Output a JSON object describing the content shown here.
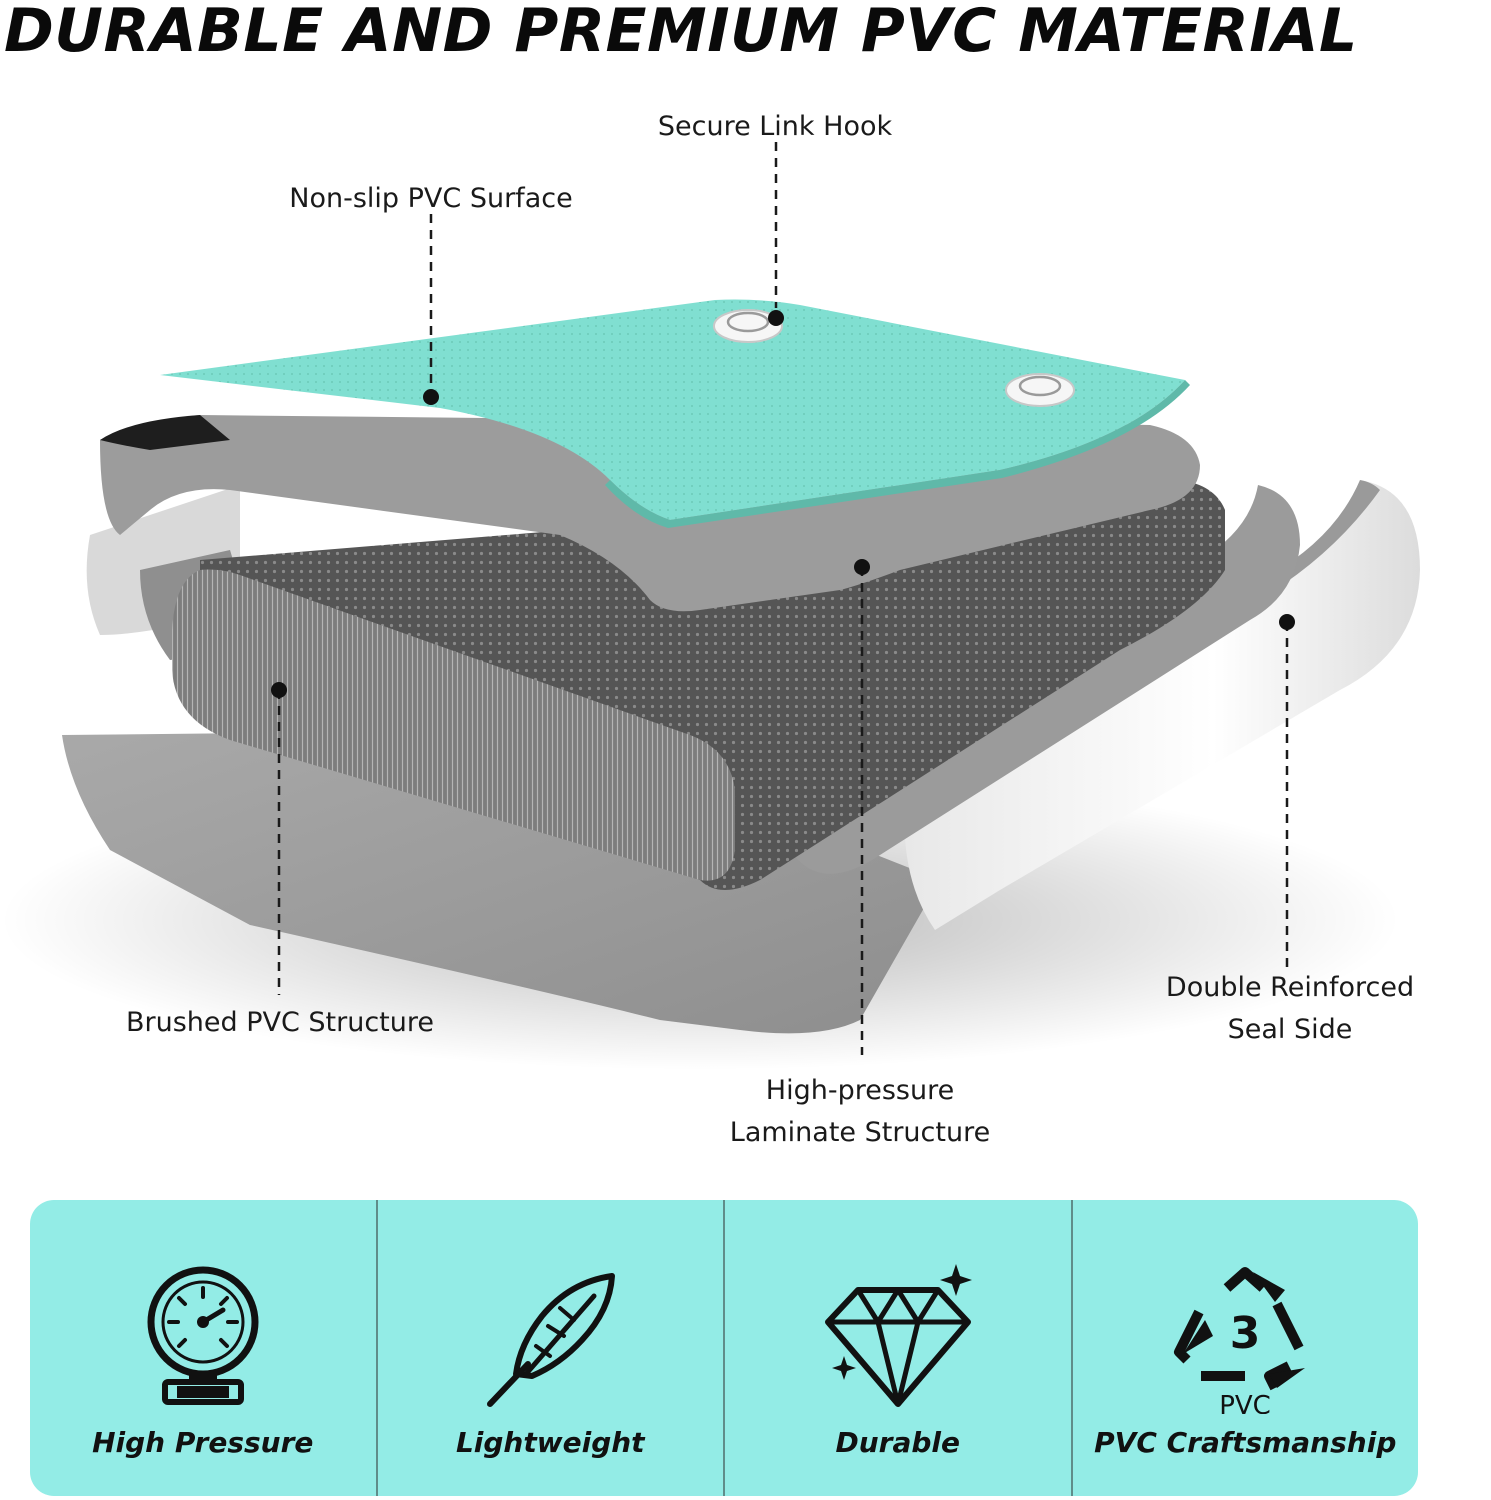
{
  "headline": "DURABLE AND PREMIUM PVC MATERIAL",
  "callouts": {
    "secure_link_hook": "Secure Link Hook",
    "non_slip_surface": "Non-slip PVC Surface",
    "brushed_structure": "Brushed PVC Structure",
    "laminate_line1": "High-pressure",
    "laminate_line2": "Laminate Structure",
    "seal_line1": "Double Reinforced",
    "seal_line2": "Seal Side"
  },
  "features": [
    {
      "label": "High Pressure",
      "icon": "pressure-gauge-icon"
    },
    {
      "label": "Lightweight",
      "icon": "feather-icon"
    },
    {
      "label": "Durable",
      "icon": "diamond-icon"
    },
    {
      "label": "PVC Craftsmanship",
      "icon": "recycle-3-pvc-icon",
      "recycle_number": "3",
      "recycle_text": "PVC"
    }
  ],
  "colors": {
    "teal_surface": "#7fded0",
    "feature_panel": "#93ece6",
    "gray_layer": "#9a9a9a",
    "dark_mesh": "#4f4f4f",
    "white_seal": "#f4f4f4"
  }
}
